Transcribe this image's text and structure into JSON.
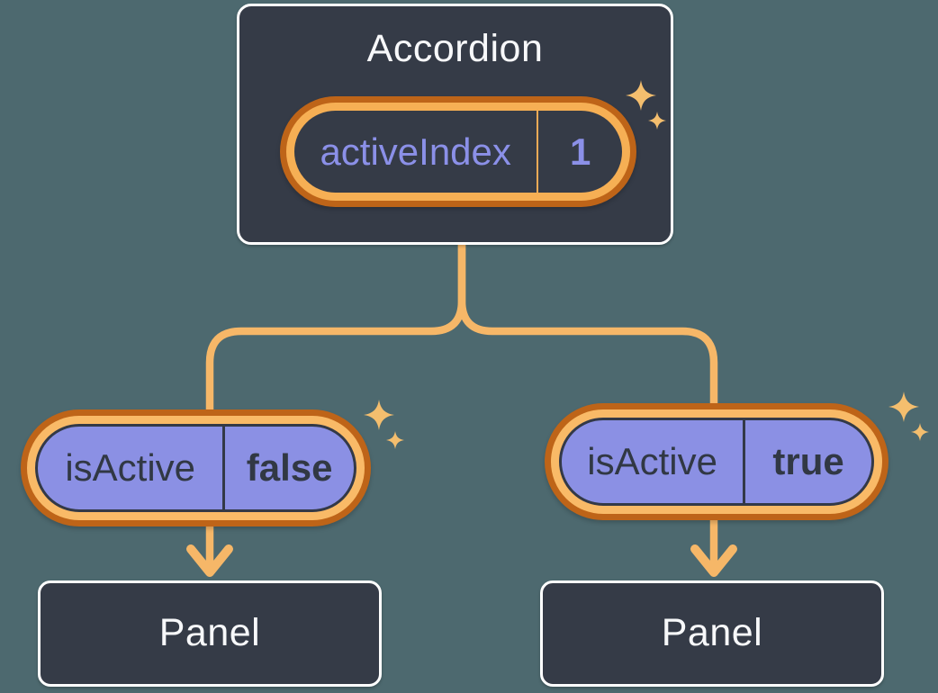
{
  "colors": {
    "background": "#4D696F",
    "node_fill": "#353B47",
    "node_border": "#FFFFFF",
    "node_text": "#F7F8FA",
    "ring_outer_orange": "#BE6418",
    "ring_inner_orange": "#F9BA67",
    "ring_inner_orange_top": "#F6AF54",
    "pill_purple_fill": "#8B90E4",
    "pill_purple_text": "#8B90E8",
    "pill_dark_text": "#313844",
    "divider_dark": "#333947",
    "divider_orange": "#EFAA56",
    "connector": "#F6B768",
    "sparkle": "#F4BE6E"
  },
  "root": {
    "title": "Accordion",
    "state": {
      "label": "activeIndex",
      "value": "1"
    }
  },
  "children": [
    {
      "state": {
        "label": "isActive",
        "value": "false"
      },
      "panel_label": "Panel"
    },
    {
      "state": {
        "label": "isActive",
        "value": "true"
      },
      "panel_label": "Panel"
    }
  ]
}
